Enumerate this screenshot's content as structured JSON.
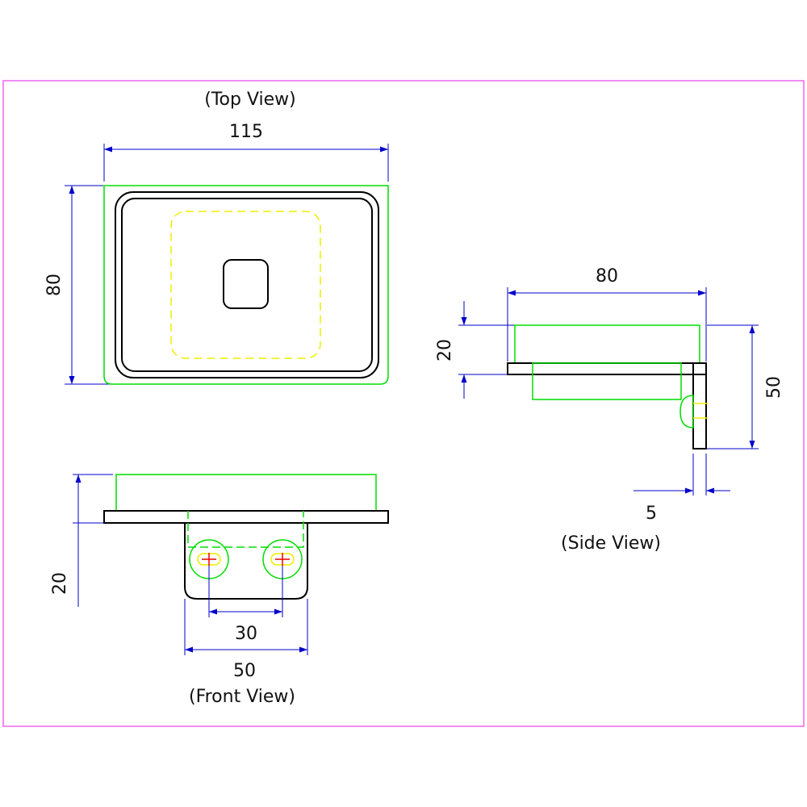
{
  "colors": {
    "frame": "#ee66ee",
    "outline": "#000000",
    "part": "#00dd00",
    "hidden": "#eeee00",
    "dimension": "#0000cc",
    "center": "#ee0000"
  },
  "views": {
    "top": {
      "title": "(Top View)",
      "width_dim": "115",
      "depth_dim": "80"
    },
    "side": {
      "title": "(Side View)",
      "width_dim": "80",
      "height_dim": "20",
      "bracket_dim": "50",
      "thickness_dim": "5"
    },
    "front": {
      "title": "(Front View)",
      "height_dim": "20",
      "hole_spacing_dim": "30",
      "bracket_width_dim": "50"
    }
  }
}
